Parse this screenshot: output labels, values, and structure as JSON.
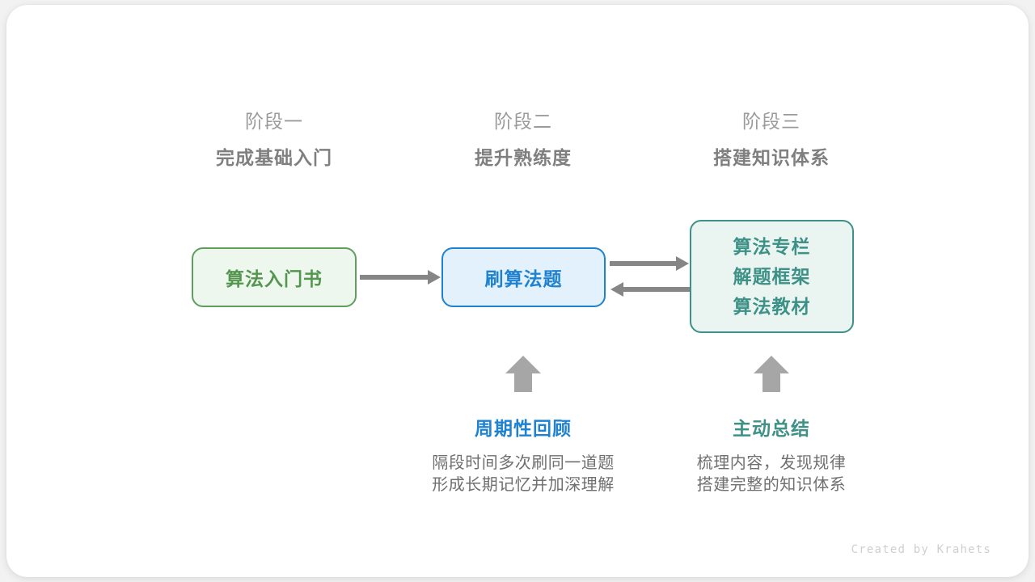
{
  "stages": [
    {
      "index": "阶段一",
      "title": "完成基础入门"
    },
    {
      "index": "阶段二",
      "title": "提升熟练度"
    },
    {
      "index": "阶段三",
      "title": "搭建知识体系"
    }
  ],
  "nodes": {
    "book": {
      "label": "算法入门书",
      "color": "#54964f",
      "bg": "#eef7ee",
      "border": "#5f9e5f"
    },
    "practice": {
      "label": "刷算法题",
      "color": "#1f82d0",
      "bg": "#e3f1fd",
      "border": "#1f82d0"
    },
    "resources": {
      "line1": "算法专栏",
      "line2": "解题框架",
      "line3": "算法教材",
      "color": "#3d9186",
      "bg": "#eaf5f2",
      "border": "#3d9186"
    }
  },
  "arrows": {
    "color": "#868686",
    "book_to_practice": "right",
    "practice_to_resources": "right",
    "resources_to_practice": "left",
    "review_up": "up",
    "summary_up": "up"
  },
  "notes": [
    {
      "title": "周期性回顾",
      "color": "#1f82d0",
      "desc_line1": "隔段时间多次刷同一道题",
      "desc_line2": "形成长期记忆并加深理解"
    },
    {
      "title": "主动总结",
      "color": "#3d9186",
      "desc_line1": "梳理内容，发现规律",
      "desc_line2": "搭建完整的知识体系"
    }
  ],
  "footer": {
    "credit": "Created by Krahets"
  }
}
